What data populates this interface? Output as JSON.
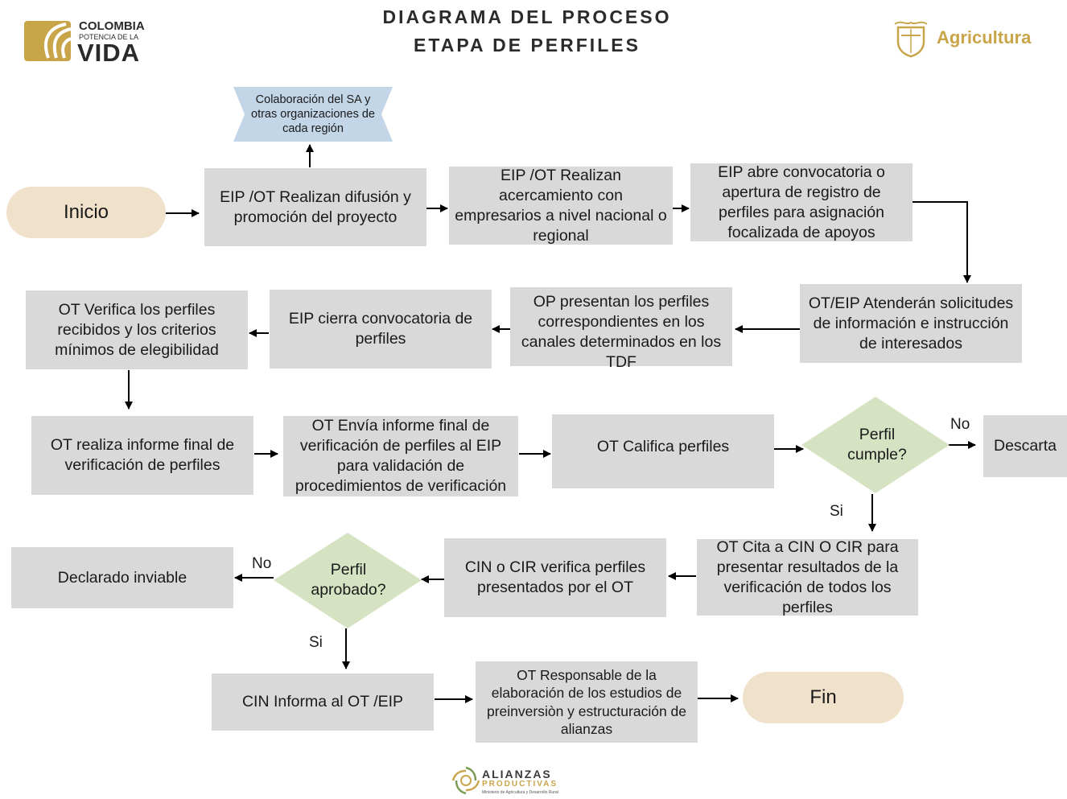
{
  "header": {
    "title_line1": "DIAGRAMA DEL PROCESO",
    "title_line2": "ETAPA DE PERFILES",
    "logo_left": {
      "line1": "COLOMBIA",
      "line2": "POTENCIA DE LA",
      "line3": "VIDA"
    },
    "logo_right": {
      "text": "Agricultura"
    }
  },
  "nodes": {
    "colaboracion": "Colaboración del SA y otras organizaciones de cada región",
    "inicio": "Inicio",
    "difusion": "EIP /OT Realizan difusión y promoción del proyecto",
    "acercamiento": "EIP /OT Realizan acercamiento con empresarios a nivel nacional o regional",
    "convocatoria": "EIP abre convocatoria o apertura de registro de perfiles para asignación focalizada de apoyos",
    "atenderan": "OT/EIP  Atenderán solicitudes  de información e instrucción  de interesados",
    "presentan": "OP presentan los perfiles correspondientes en los canales determinados en los TDF",
    "cierra": "EIP cierra convocatoria de perfiles",
    "verifica": "OT  Verifica los perfiles recibidos y los criterios mínimos de elegibilidad",
    "informe_final": "OT realiza informe final de verificación de perfiles",
    "envia_informe": "OT Envía informe final de verificación de perfiles al EIP para validación de procedimientos de verificación",
    "califica": "OT Califica perfiles",
    "perfil_cumple": "Perfil\ncumple?",
    "descarta": "Descarta",
    "cita": "OT Cita a CIN O CIR para presentar resultados de la verificación de todos los perfiles",
    "cin_verifica": "CIN o CIR verifica perfiles presentados por el OT",
    "perfil_aprobado": "Perfil\naprobado?",
    "inviable": "Declarado inviable",
    "cin_informa": "CIN Informa al OT /EIP",
    "responsable": "OT Responsable de la elaboración de los estudios de preinversiòn y estructuración de alianzas",
    "fin": "Fin"
  },
  "edge_labels": {
    "cumple_no": "No",
    "cumple_si": "Si",
    "aprobado_no": "No",
    "aprobado_si": "Si"
  },
  "footer": {
    "logo_line1": "ALIANZAS",
    "logo_line2": "PRODUCTIVAS",
    "logo_line3": "Ministerio de Agricultura y Desarrollo Rural"
  },
  "colors": {
    "box": "#d9d9d9",
    "pill": "#f0e1cb",
    "diamond": "#d5e3c3",
    "banner": "#c3d6e8",
    "gold": "#c9a54a"
  }
}
